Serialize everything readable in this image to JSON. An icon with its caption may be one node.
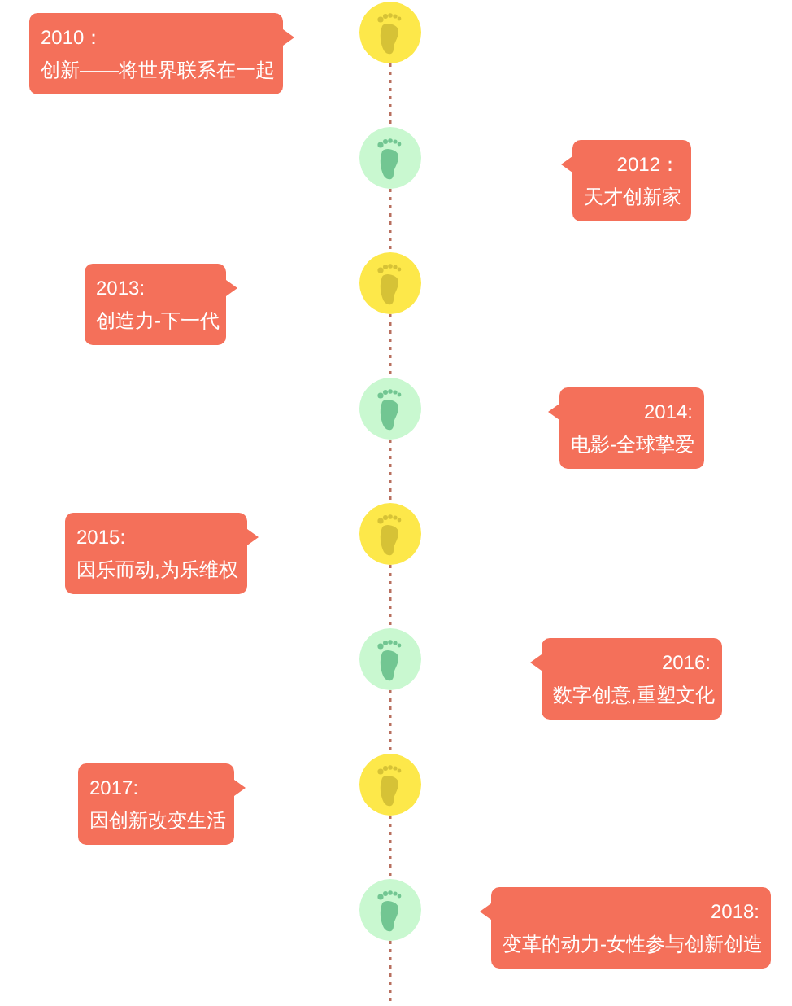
{
  "diagram": {
    "nodes": [
      {
        "text": [
          "2010：",
          "创新——将世界联系在一起"
        ]
      },
      {
        "text": [],
        "shape": "circle"
      },
      {
        "text": [
          "2012：",
          "天才创新家"
        ]
      },
      {
        "text": [],
        "shape": "circle"
      },
      {
        "text": [
          "2013:",
          "创造力-下一代"
        ]
      },
      {
        "text": [],
        "shape": "circle"
      },
      {
        "text": [
          "2014:",
          "电影-全球挚爱"
        ]
      },
      {
        "text": [],
        "shape": "circle"
      },
      {
        "text": [
          "2015:",
          "因乐而动,为乐维权"
        ]
      },
      {
        "text": [],
        "shape": "circle"
      },
      {
        "text": [
          "2016:",
          "数字创意,重塑文化"
        ]
      },
      {
        "text": [],
        "shape": "circle"
      },
      {
        "text": [
          "2017:",
          "因创新改变生活"
        ]
      },
      {
        "text": [],
        "shape": "circle"
      },
      {
        "text": [
          "2018:",
          "变革的动力-女性参与创新创造"
        ]
      },
      {
        "text": [],
        "shape": "circle"
      }
    ],
    "edges": [
      {
        "from": 1,
        "to": 3,
        "arrow": "none",
        "style": "dashed"
      },
      {
        "from": 3,
        "to": 5,
        "arrow": "none",
        "style": "dashed"
      },
      {
        "from": 5,
        "to": 7,
        "arrow": "none",
        "style": "dashed"
      },
      {
        "from": 7,
        "to": 9,
        "arrow": "none",
        "style": "dashed"
      },
      {
        "from": 9,
        "to": 11,
        "arrow": "none",
        "style": "dashed"
      },
      {
        "from": 11,
        "to": 13,
        "arrow": "none",
        "style": "dashed"
      },
      {
        "from": 13,
        "to": 15,
        "arrow": "none",
        "style": "dashed"
      },
      {
        "from": 15,
        "to": null,
        "arrow": "none",
        "style": "dashed"
      }
    ]
  }
}
